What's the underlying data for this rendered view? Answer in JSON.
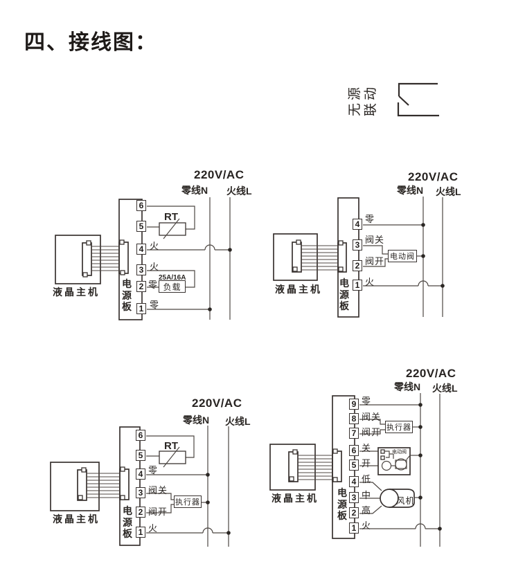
{
  "title": "四、接线图：",
  "passive_linkage": {
    "line1": "无源",
    "line2": "联动"
  },
  "colors": {
    "paper": "#ffffff",
    "ink": "#2b2724",
    "wire": "#4c4642"
  },
  "diagrams": [
    {
      "voltage": "220V/AC",
      "neutral": "零线N",
      "live": "火线L",
      "host": "液晶主机",
      "board": "电源板",
      "rt": "RT",
      "load_rating": "25A/16A",
      "load": "负载",
      "terminals": [
        {
          "num": "6",
          "label": ""
        },
        {
          "num": "5",
          "label": ""
        },
        {
          "num": "4",
          "label": "火"
        },
        {
          "num": "3",
          "label": "火"
        },
        {
          "num": "2",
          "label": "零"
        },
        {
          "num": "1",
          "label": "零"
        }
      ]
    },
    {
      "voltage": "220V/AC",
      "neutral": "零线N",
      "live": "火线L",
      "host": "液晶主机",
      "board": "电源板",
      "valve": "电动阀",
      "terminals": [
        {
          "num": "4",
          "label": "零"
        },
        {
          "num": "3",
          "label": "阀关"
        },
        {
          "num": "2",
          "label": "阀开"
        },
        {
          "num": "1",
          "label": "火"
        }
      ]
    },
    {
      "voltage": "220V/AC",
      "neutral": "零线N",
      "live": "火线L",
      "host": "液晶主机",
      "board": "电源板",
      "rt": "RT",
      "actuator": "执行器",
      "terminals": [
        {
          "num": "6",
          "label": ""
        },
        {
          "num": "5",
          "label": ""
        },
        {
          "num": "4",
          "label": "零"
        },
        {
          "num": "3",
          "label": "阀关"
        },
        {
          "num": "2",
          "label": "阀开"
        },
        {
          "num": "1",
          "label": "火"
        }
      ]
    },
    {
      "voltage": "220V/AC",
      "neutral": "零线N",
      "live": "火线L",
      "host": "液晶主机",
      "board": "电源板",
      "actuator": "执行器",
      "valve": "电动阀",
      "fan": "风机",
      "terminals": [
        {
          "num": "9",
          "label": "零"
        },
        {
          "num": "8",
          "label": "阀关"
        },
        {
          "num": "7",
          "label": "阀开"
        },
        {
          "num": "6",
          "label": "关"
        },
        {
          "num": "5",
          "label": "开"
        },
        {
          "num": "4",
          "label": "低"
        },
        {
          "num": "3",
          "label": "中"
        },
        {
          "num": "2",
          "label": "高"
        },
        {
          "num": "1",
          "label": "火"
        }
      ]
    }
  ]
}
